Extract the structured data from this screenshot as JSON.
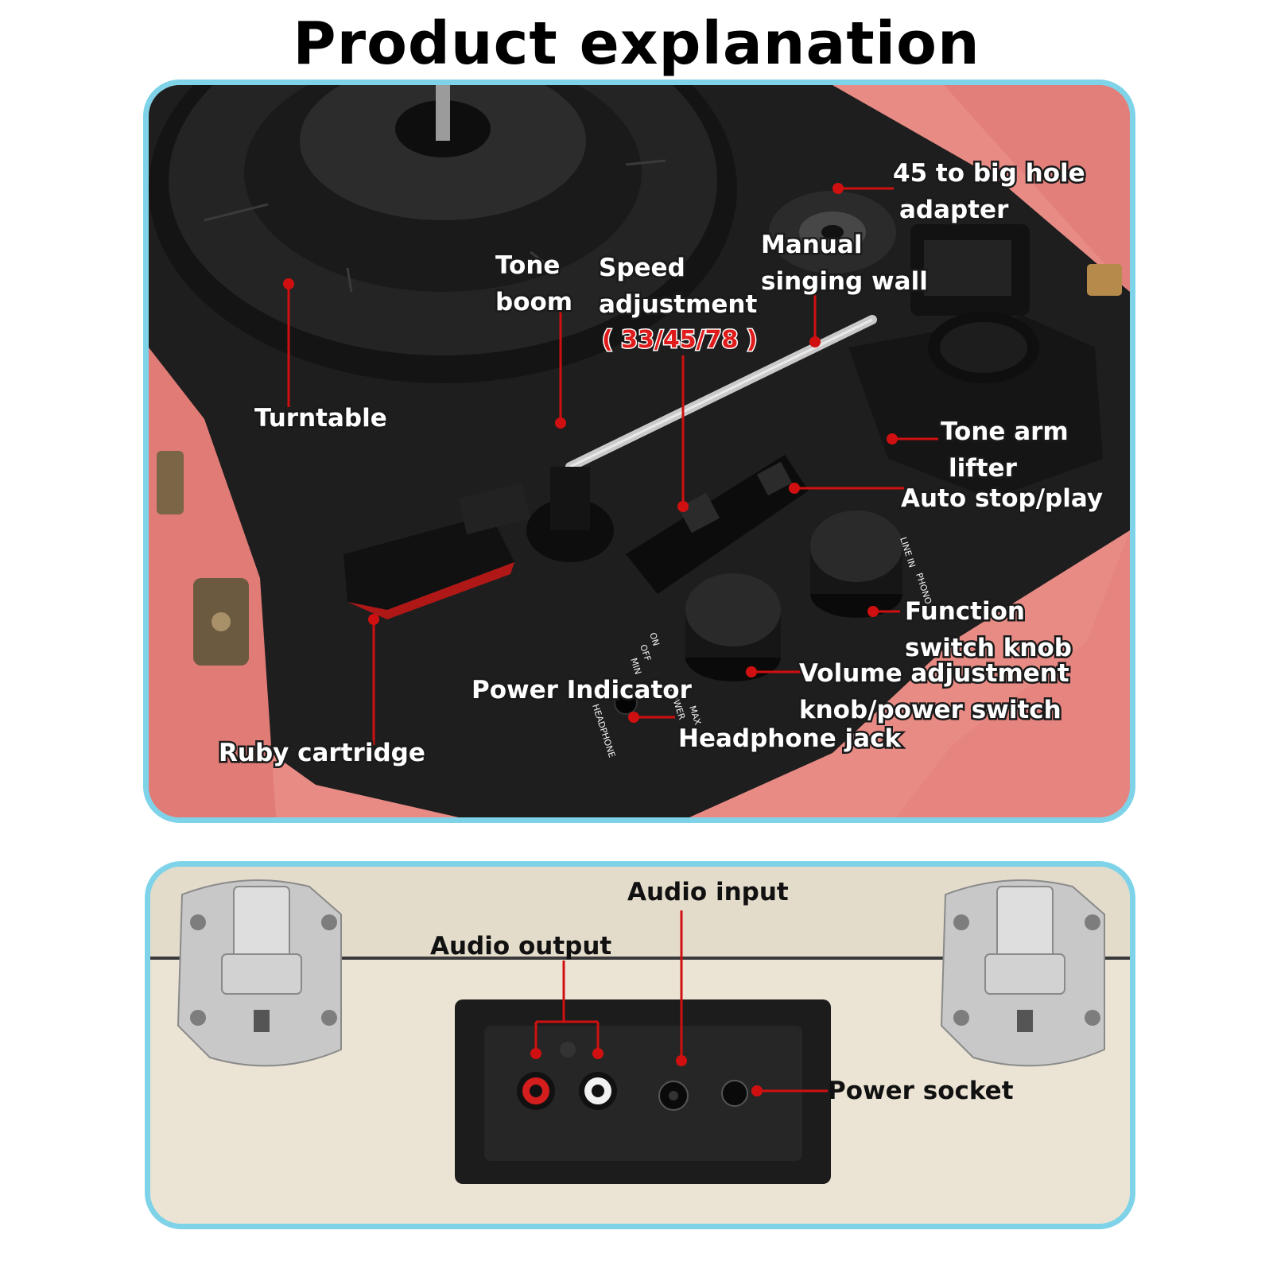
{
  "title": "Product explanation",
  "top_panel": {
    "labels": {
      "big_hole_adapter_line1": "45 to big hole",
      "big_hole_adapter_line2": "adapter",
      "manual_wall_line1": "Manual",
      "manual_wall_line2": "singing wall",
      "tone_boom_line1": "Tone",
      "tone_boom_line2": "boom",
      "speed_line1": "Speed",
      "speed_line2": "adjustment",
      "speed_range": "( 33/45/78 )",
      "turntable": "Turntable",
      "tone_arm_lifter_line1": "Tone arm",
      "tone_arm_lifter_line2": "lifter",
      "auto_stop": "Auto stop/play",
      "function_line1": "Function",
      "function_line2": "switch knob",
      "volume_line1": "Volume adjustment",
      "volume_line2": "knob/power switch",
      "power_indicator": "Power Indicator",
      "headphone_jack": "Headphone jack",
      "ruby_cartridge": "Ruby cartridge"
    },
    "panel_print": {
      "on": "ON",
      "off": "OFF",
      "min": "MIN",
      "max": "MAX",
      "power": "POWER",
      "headphone": "HEADPHONE",
      "line_in": "LINE IN",
      "phono": "PHONO"
    }
  },
  "bottom_panel": {
    "labels": {
      "audio_input": "Audio input",
      "audio_output": "Audio output",
      "power_socket": "Power socket"
    }
  },
  "colors": {
    "frame": "#7ed3e8",
    "leader_lines": "#d01010",
    "case_pink": "#e98b85",
    "case_cream": "#ebe4d4",
    "deck_black": "#1e1e1e"
  },
  "icons": [
    "turntable-platter",
    "tonearm",
    "knob",
    "latch",
    "rca-jack",
    "dc-socket"
  ]
}
